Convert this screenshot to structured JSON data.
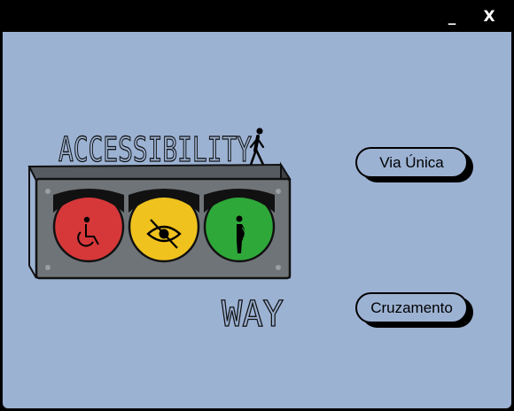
{
  "window": {
    "minimize_label": "_",
    "close_label": "X"
  },
  "logo": {
    "title_text": "ACCESSIBILITY",
    "subtitle_text": "WAY",
    "lights": [
      {
        "color": "#d6383a",
        "icon": "wheelchair-icon"
      },
      {
        "color": "#f0c21e",
        "icon": "eye-slash-icon"
      },
      {
        "color": "#2fa83a",
        "icon": "pregnant-person-icon"
      }
    ],
    "walker_icon": "walking-person-icon"
  },
  "menu": {
    "via_unica_label": "Via Única",
    "cruzamento_label": "Cruzamento"
  },
  "colors": {
    "background": "#9cb2d3",
    "titlebar": "#000000",
    "red_light": "#d6383a",
    "yellow_light": "#f0c21e",
    "green_light": "#2fa83a"
  }
}
